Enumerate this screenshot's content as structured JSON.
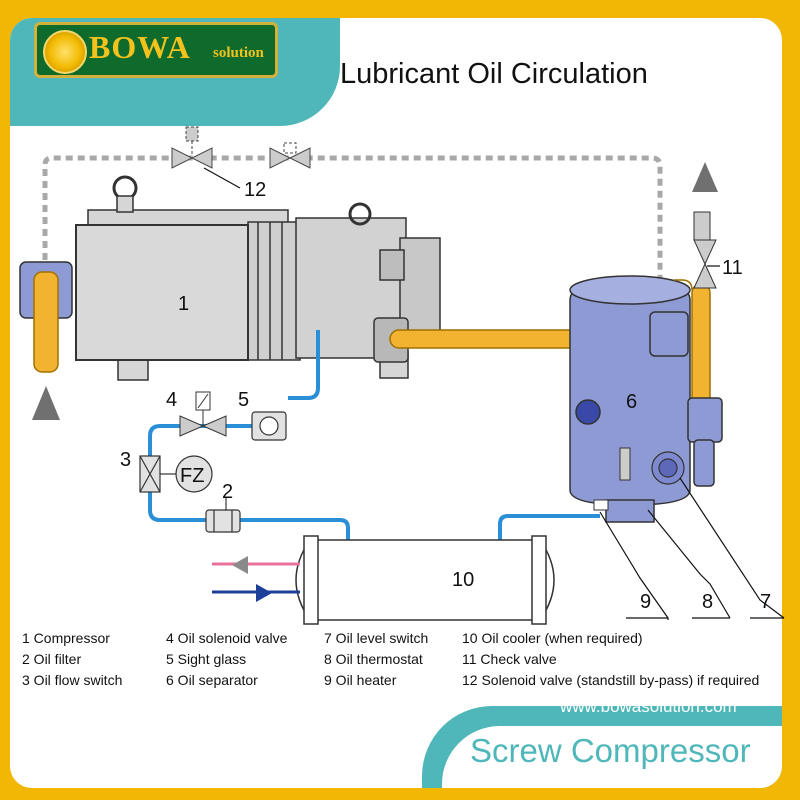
{
  "brand": {
    "logo_main": "BOWA",
    "logo_sub": "solution"
  },
  "title": "Lubricant Oil Circulation",
  "callouts": {
    "n1": "1",
    "n2": "2",
    "n3": "3",
    "n4": "4",
    "n5": "5",
    "n6": "6",
    "n7": "7",
    "n8": "8",
    "n9": "9",
    "n10": "10",
    "n11": "11",
    "n12": "12",
    "fz": "FZ"
  },
  "legend": {
    "col1": [
      "1 Compressor",
      "2 Oil filter",
      "3 Oil flow switch"
    ],
    "col2": [
      "4 Oil solenoid valve",
      "5 Sight glass",
      "6 Oil separator"
    ],
    "col3": [
      "7 Oil level switch",
      "8 Oil thermostat",
      "9 Oil heater"
    ],
    "col4": [
      "10 Oil cooler  (when required)",
      "11 Check valve",
      "12 Solenoid valve (standstill by-pass) if required"
    ]
  },
  "website": "www.bowasolution.com",
  "product": "Screw Compressor",
  "colors": {
    "background": "#f2b705",
    "teal": "#4fb7b9",
    "pipe_yellow": "#f2b430",
    "oil_line_blue": "#2a8fd6",
    "separator": "#8d9ad4",
    "hot_in": "#e8709a",
    "cold_in": "#1c3f9a"
  }
}
